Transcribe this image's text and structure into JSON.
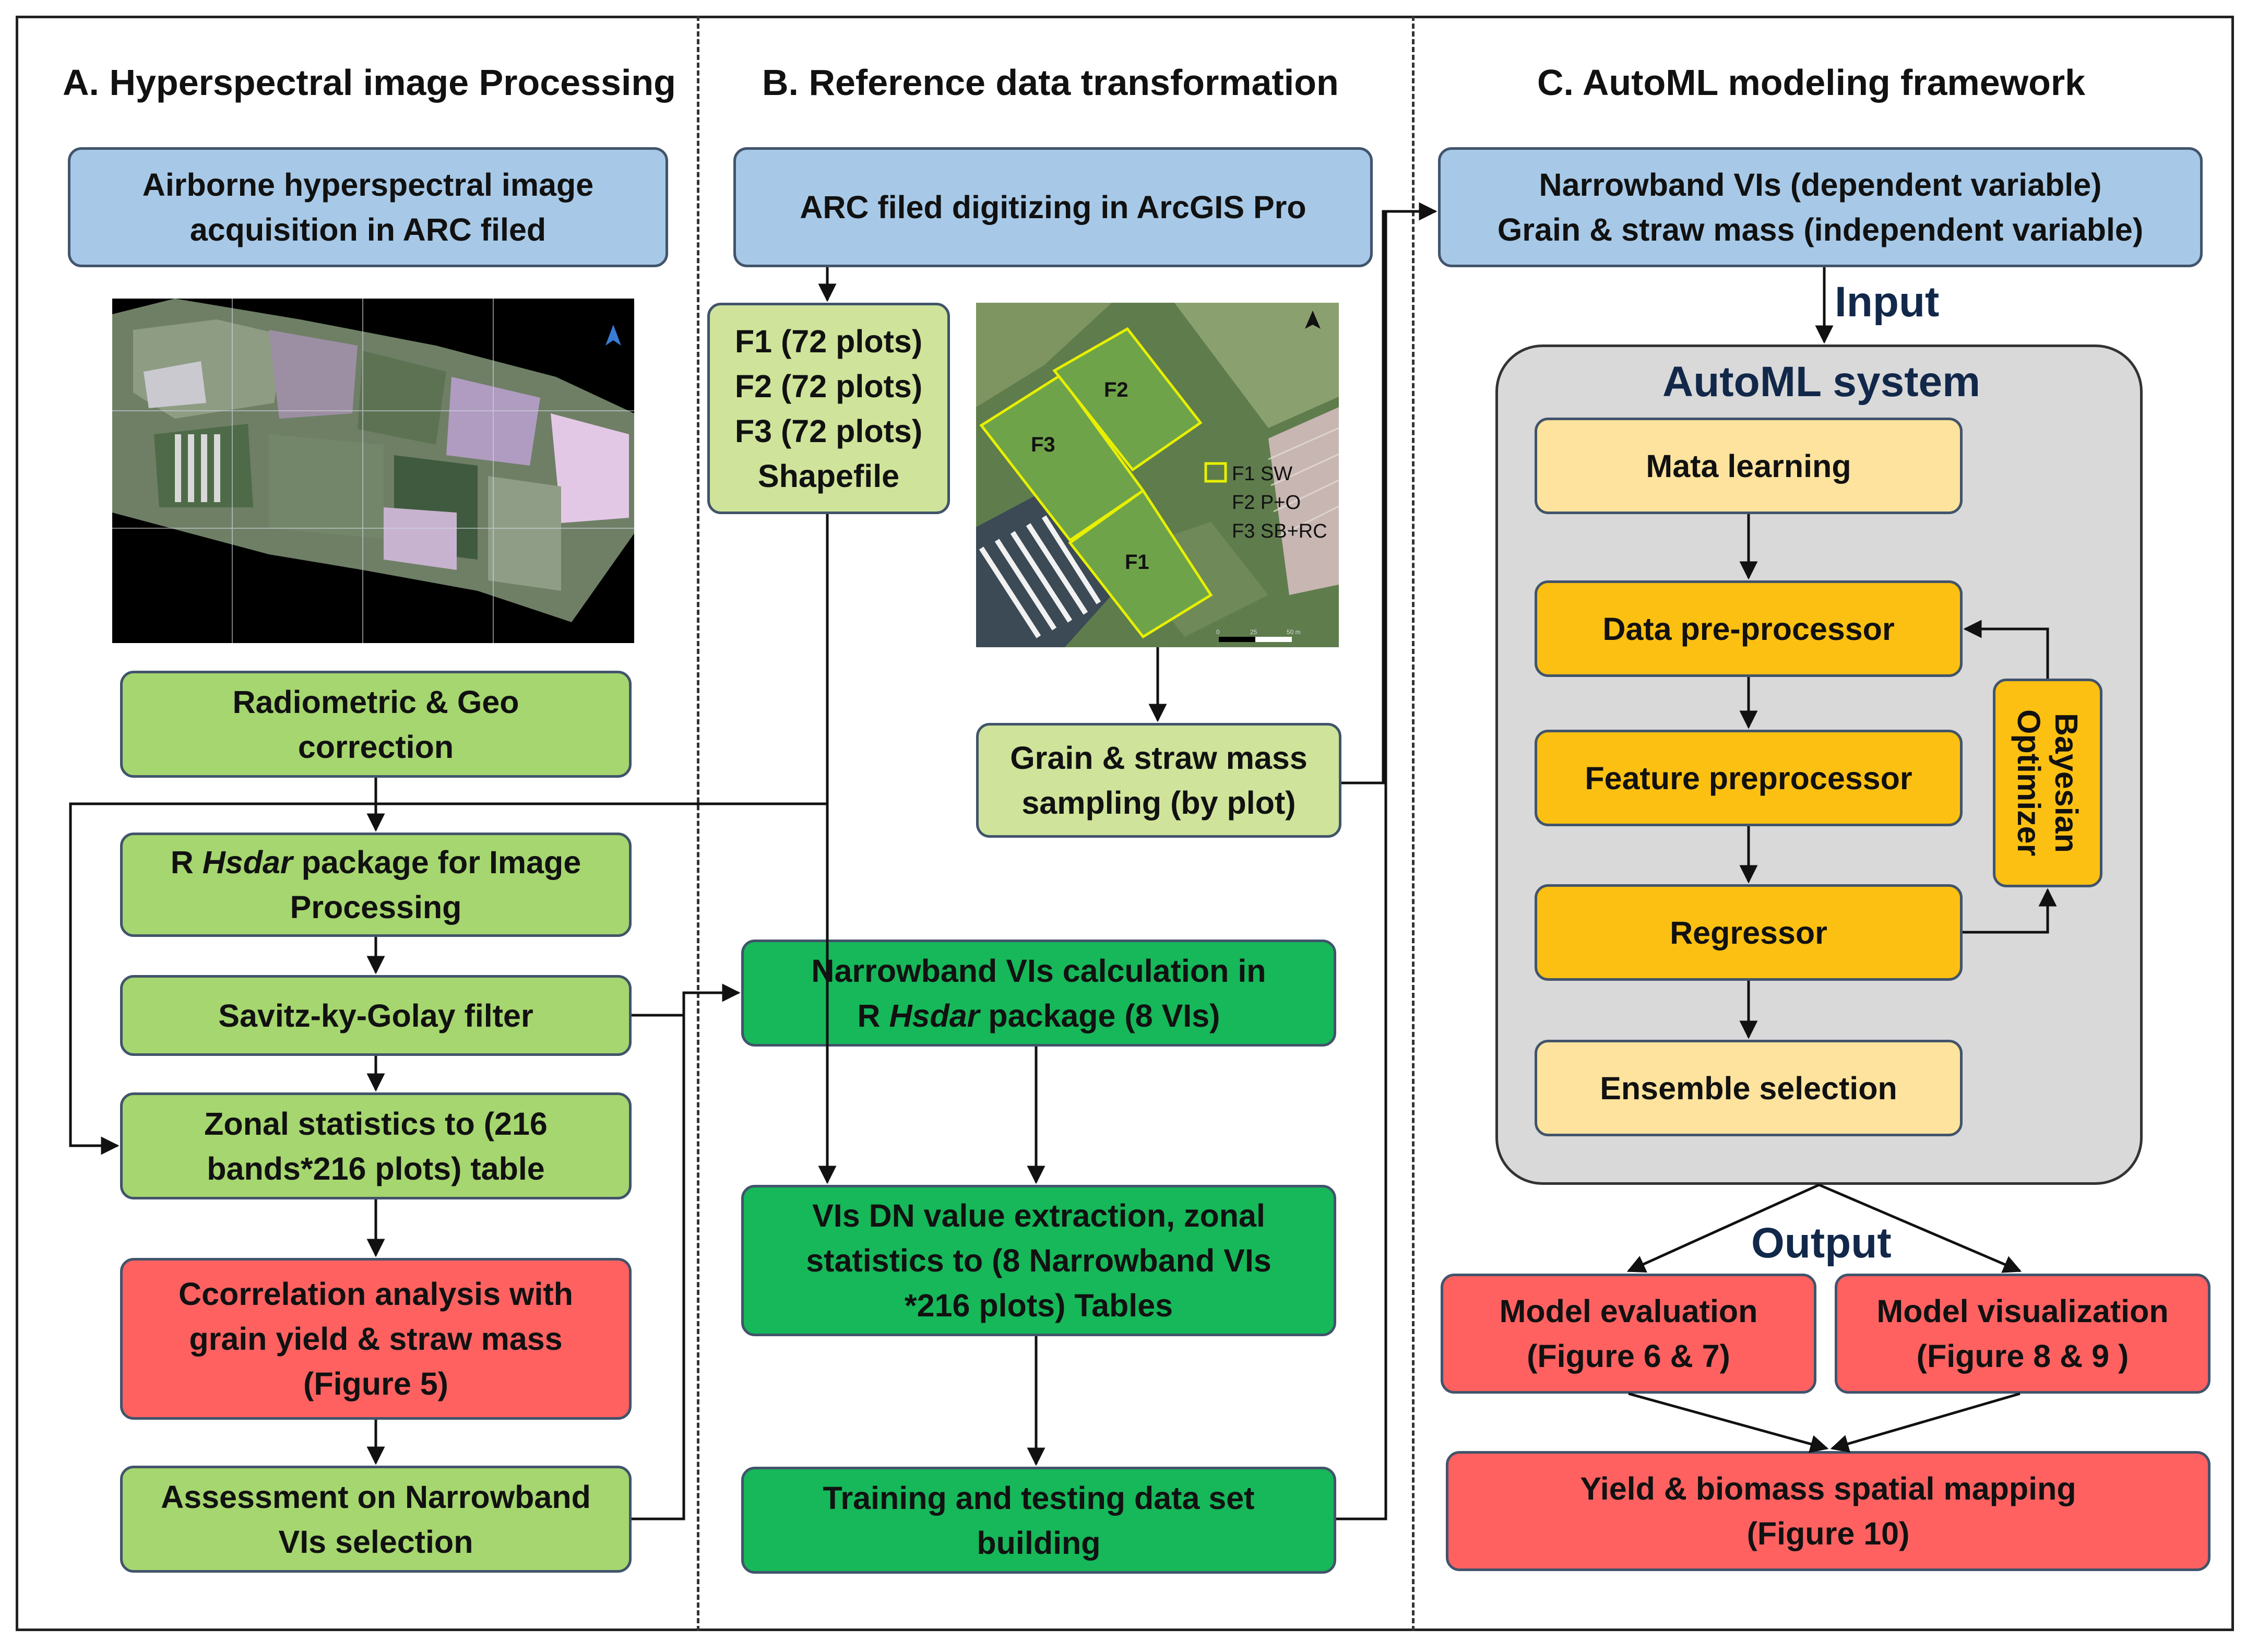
{
  "sections": {
    "a_title": "A. Hyperspectral image Processing",
    "b_title": "B. Reference data transformation",
    "c_title": "C. AutoML modeling framework"
  },
  "a": {
    "acquisition": "Airborne hyperspectral image\nacquisition  in ARC filed",
    "radiometric": "Radiometric & Geo\ncorrection",
    "hsdar_pre": "R ",
    "hsdar_italic": "Hsdar",
    "hsdar_post": " package for Image\nProcessing",
    "savitzky": "Savitz-ky-Golay filter",
    "zonal": "Zonal statistics to (216\nbands*216 plots) table",
    "correlation": "Ccorrelation analysis with\ngrain yield & straw mass\n(Figure 5)",
    "assessment": "Assessment on Narrowband\nVIs selection"
  },
  "b": {
    "digitizing": "ARC filed digitizing in ArcGIS Pro",
    "plots": "F1 (72 plots)\nF2 (72 plots)\nF3 (72 plots)\nShapefile",
    "sampling": "Grain & straw mass\nsampling (by plot)",
    "vi_calc_line1": "Narrowband VIs calculation in",
    "vi_calc_pre": "R ",
    "vi_calc_italic": "Hsdar",
    "vi_calc_post": " package  (8 VIs)",
    "extraction": "VIs DN value extraction, zonal\nstatistics to (8 Narrowband VIs\n*216 plots) Tables",
    "training": "Training and testing data set\nbuilding",
    "map_labels": {
      "f1": "F1",
      "f2": "F2",
      "f3": "F3"
    },
    "legend": [
      "F1 SW",
      "F2 P+O",
      "F3 SB+RC"
    ],
    "scale": [
      "0",
      "25",
      "50 m"
    ]
  },
  "c": {
    "inputs": "Narrowband VIs (dependent variable)\nGrain & straw mass (independent variable)",
    "input_label": "Input",
    "system_title": "AutoML system",
    "meta": "Mata learning",
    "data_pre": "Data pre-processor",
    "feature_pre": "Feature preprocessor",
    "regressor": "Regressor",
    "ensemble": "Ensemble selection",
    "bayesian": "Bayesian\nOptimizer",
    "output_label": "Output",
    "evaluation": "Model evaluation\n(Figure 6 & 7)",
    "visualization": "Model  visualization\n(Figure 8 & 9 )",
    "mapping": "Yield & biomass spatial mapping\n(Figure 10)"
  },
  "colors": {
    "blue": "#a7c9e7",
    "green_light": "#a6d66f",
    "green_pale": "#cfe49a",
    "green_dark": "#16b85a",
    "red": "#ff6161",
    "yellow_pale": "#fde39d",
    "yellow": "#fcc012",
    "system_gray": "#d9d9d9"
  }
}
